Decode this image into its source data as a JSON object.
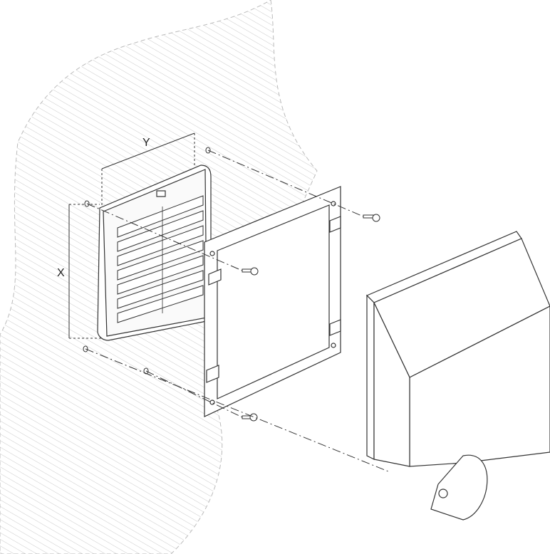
{
  "diagram": {
    "labels": {
      "width_dimension": "Y",
      "height_dimension": "X"
    },
    "parts": [
      "wall",
      "louvered-grille",
      "mounting-frame",
      "screws",
      "rain-hood"
    ]
  }
}
